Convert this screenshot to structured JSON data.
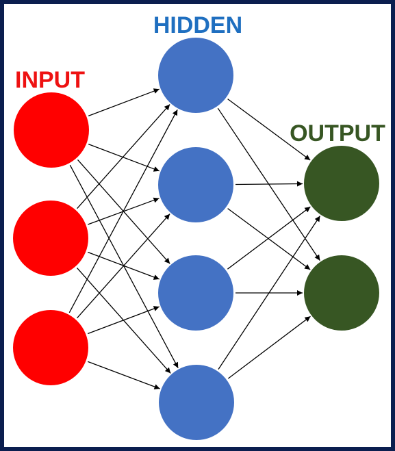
{
  "labels": {
    "input": "INPUT",
    "hidden": "HIDDEN",
    "output": "OUTPUT"
  },
  "colors": {
    "frame": "#0b1e4f",
    "input_node": "#ff0000",
    "input_label": "#ee1111",
    "hidden_node": "#4472c4",
    "hidden_label": "#1f6fc0",
    "output_node": "#375623",
    "output_label": "#375623",
    "edge": "#000000"
  },
  "network": {
    "layers": [
      {
        "name": "input",
        "nodes": 3
      },
      {
        "name": "hidden",
        "nodes": 4
      },
      {
        "name": "output",
        "nodes": 2
      }
    ],
    "connectivity": "fully-connected"
  }
}
